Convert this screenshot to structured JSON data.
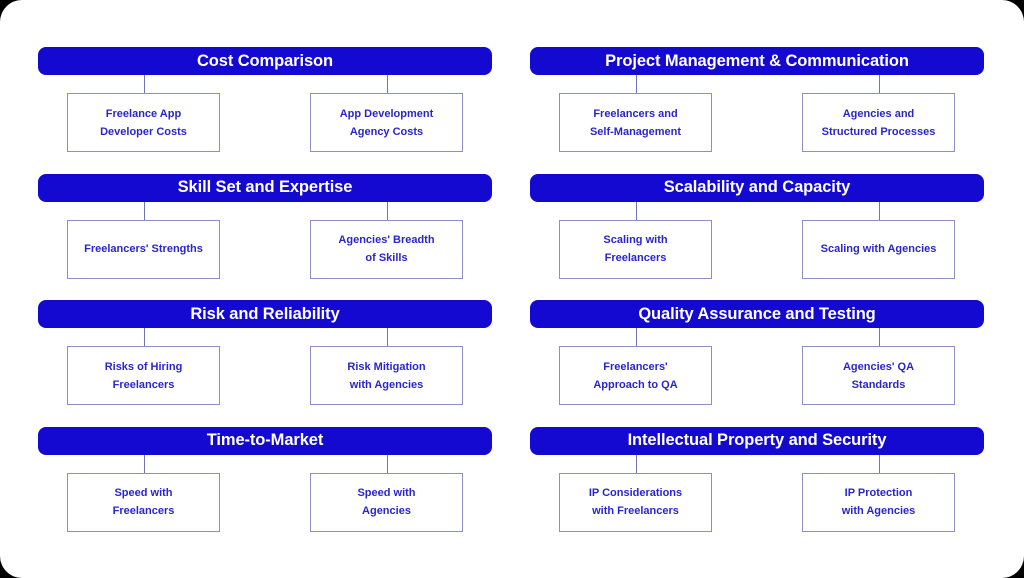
{
  "theme": {
    "page_background": "#000000",
    "canvas_background": "#ffffff",
    "header_bar_color": "#1409d0",
    "header_text_color": "#ffffff",
    "card_border_color": "#8b8fc4",
    "card_text_color": "#2a26c9",
    "connector_color": "#6f74bb"
  },
  "groups": [
    {
      "title": "Cost Comparison",
      "children": [
        {
          "line1": "Freelance App",
          "line2": "Developer Costs"
        },
        {
          "line1": "App Development",
          "line2": "Agency Costs"
        }
      ]
    },
    {
      "title": "Project Management & Communication",
      "children": [
        {
          "line1": "Freelancers and",
          "line2": "Self-Management"
        },
        {
          "line1": "Agencies and",
          "line2": "Structured Processes"
        }
      ]
    },
    {
      "title": "Skill Set and Expertise",
      "children": [
        {
          "line1": "Freelancers' Strengths",
          "line2": ""
        },
        {
          "line1": "Agencies' Breadth",
          "line2": "of Skills"
        }
      ]
    },
    {
      "title": "Scalability and Capacity",
      "children": [
        {
          "line1": "Scaling with",
          "line2": "Freelancers"
        },
        {
          "line1": "Scaling with Agencies",
          "line2": ""
        }
      ]
    },
    {
      "title": "Risk and Reliability",
      "children": [
        {
          "line1": "Risks of Hiring",
          "line2": "Freelancers"
        },
        {
          "line1": "Risk Mitigation",
          "line2": "with Agencies"
        }
      ]
    },
    {
      "title": "Quality Assurance and Testing",
      "children": [
        {
          "line1": "Freelancers'",
          "line2": "Approach to QA"
        },
        {
          "line1": "Agencies' QA",
          "line2": "Standards"
        }
      ]
    },
    {
      "title": "Time-to-Market",
      "children": [
        {
          "line1": "Speed with",
          "line2": "Freelancers"
        },
        {
          "line1": "Speed with",
          "line2": "Agencies"
        }
      ]
    },
    {
      "title": "Intellectual Property and Security",
      "children": [
        {
          "line1": "IP Considerations",
          "line2": "with Freelancers"
        },
        {
          "line1": "IP Protection",
          "line2": "with Agencies"
        }
      ]
    }
  ]
}
